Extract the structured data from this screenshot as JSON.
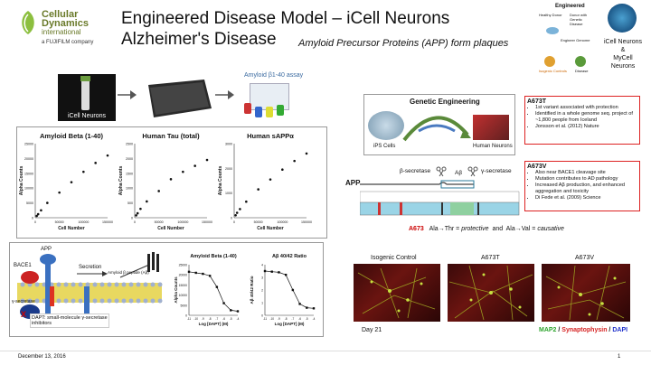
{
  "logo": {
    "line1": "Cellular",
    "line2": "Dynamics",
    "line3": "international",
    "line4": "a FUJIFILM company"
  },
  "title": {
    "line1": "Engineered Disease Model – iCell Neurons",
    "line2": "Alzheimer's Disease",
    "subtitle": "Amyloid Precursor Proteins (APP) form plaques"
  },
  "top_right": {
    "label1": "iCell Neurons",
    "amp": "&",
    "label2": "MyCell",
    "label3": "Neurons",
    "flow": {
      "engineered": "Engineered",
      "healthy": "Healthy Donor",
      "donor": "Donor with Genetic Disease",
      "engineer": "Engineer Genome",
      "ipsc": "iPSC",
      "isogenic": "Isogenic Controls",
      "disease": "Disease"
    }
  },
  "workflow": {
    "cells_label": "iCell Neurons",
    "assay_label": "Amyloid β1-40 assay"
  },
  "scatter": {
    "xlabel": "Cell Number",
    "ylabel": "Alpha Counts",
    "charts": [
      {
        "title": "Amyloid Beta (1-40)",
        "ymax": 25000,
        "yticks": [
          "0",
          "5000",
          "10000",
          "15000",
          "20000",
          "25000"
        ],
        "xticks": [
          "0",
          "50000",
          "100000",
          "150000"
        ],
        "points": [
          [
            3000,
            600
          ],
          [
            6000,
            1200
          ],
          [
            12000,
            2500
          ],
          [
            25000,
            5000
          ],
          [
            50000,
            8500
          ],
          [
            75000,
            12000
          ],
          [
            100000,
            15500
          ],
          [
            125000,
            18500
          ],
          [
            150000,
            21000
          ]
        ]
      },
      {
        "title": "Human Tau (total)",
        "ymax": 2500,
        "yticks": [
          "0",
          "500",
          "1000",
          "1500",
          "2000",
          "2500"
        ],
        "xticks": [
          "0",
          "50000",
          "100000",
          "150000"
        ],
        "points": [
          [
            3000,
            80
          ],
          [
            6000,
            150
          ],
          [
            12000,
            300
          ],
          [
            25000,
            550
          ],
          [
            50000,
            900
          ],
          [
            75000,
            1300
          ],
          [
            100000,
            1550
          ],
          [
            125000,
            1750
          ],
          [
            150000,
            1950
          ]
        ]
      },
      {
        "title": "Human sAPPα",
        "ymax": 3000,
        "yticks": [
          "0",
          "1000",
          "2000",
          "3000"
        ],
        "xticks": [
          "0",
          "50000",
          "100000",
          "150000"
        ],
        "points": [
          [
            3000,
            100
          ],
          [
            6000,
            200
          ],
          [
            12000,
            350
          ],
          [
            25000,
            650
          ],
          [
            50000,
            1150
          ],
          [
            75000,
            1550
          ],
          [
            100000,
            1950
          ],
          [
            125000,
            2300
          ],
          [
            150000,
            2600
          ]
        ]
      }
    ]
  },
  "pathway": {
    "bace1": "BACE1",
    "app": "APP",
    "gsecretase": "γ-secretase",
    "secretion": "Secretion",
    "amyloid": "Amyloid β peptide (Aβ)",
    "inhibit": "X",
    "dapt_text": "DAPT: small-molecule γ-secretase inhibitors"
  },
  "dose": {
    "xlabel": "Log [DAPT] (M)",
    "charts": [
      {
        "title": "Amyloid Beta (1-40)",
        "ylabel": "Alpha Counts",
        "ymax": 25000,
        "yticks": [
          "0",
          "5000",
          "10000",
          "15000",
          "20000",
          "25000"
        ],
        "points": [
          [
            -11,
            21500
          ],
          [
            -10,
            21000
          ],
          [
            -9,
            20500
          ],
          [
            -8,
            19500
          ],
          [
            -7,
            14000
          ],
          [
            -6,
            6000
          ],
          [
            -5,
            2500
          ],
          [
            -4,
            2000
          ]
        ]
      },
      {
        "title": "Aβ 40/42 Ratio",
        "ylabel": "Aβ 40/42 Ratio",
        "ymax": 4,
        "yticks": [
          "0",
          "1",
          "2",
          "3",
          "4"
        ],
        "points": [
          [
            -11,
            3.5
          ],
          [
            -10,
            3.45
          ],
          [
            -9,
            3.4
          ],
          [
            -8,
            3.2
          ],
          [
            -7,
            2.0
          ],
          [
            -6,
            0.9
          ],
          [
            -5,
            0.6
          ],
          [
            -4,
            0.55
          ]
        ]
      }
    ],
    "xticks": [
      "-11",
      "-10",
      "-9",
      "-8",
      "-7",
      "-6",
      "-5",
      "-4"
    ]
  },
  "genetic": {
    "title": "Genetic Engineering",
    "ips": "iPS Cells",
    "neurons": "Human Neurons"
  },
  "app_gene": {
    "app": "APP",
    "beta": "β-secretase",
    "ab": "Aβ",
    "gamma": "γ-secretase",
    "mutation": "A673",
    "effect1": "Ala→Thr = ",
    "effect1i": "protective",
    "and": "and",
    "effect2": "Ala→Val = ",
    "effect2i": "causative"
  },
  "a673t": {
    "title": "A673T",
    "bullets": [
      "1st variant associated with protection",
      "Identified in a whole genome seq. project of ~1,800 people from Iceland",
      "Jonsson et al. (2012) Nature"
    ]
  },
  "a673v": {
    "title": "A673V",
    "bullets": [
      "Also near BACE1 cleavage site",
      "Mutation contributes to AD pathology",
      "Increased Aβ production, and enhanced aggregation and toxicity",
      "Di Fede et al. (2009) Science"
    ]
  },
  "images": {
    "label1": "Isogenic Control",
    "label2": "A673T",
    "label3": "A673V",
    "day": "Day 21",
    "stain1": "MAP2",
    "slash1": " / ",
    "stain2": "Synaptophysin",
    "slash2": " / ",
    "stain3": "DAPI",
    "colors": {
      "map2": "#2fa52f",
      "syn": "#d62222",
      "dapi": "#2233cc"
    }
  },
  "footer": {
    "date": "December 13, 2016",
    "page": "1"
  }
}
